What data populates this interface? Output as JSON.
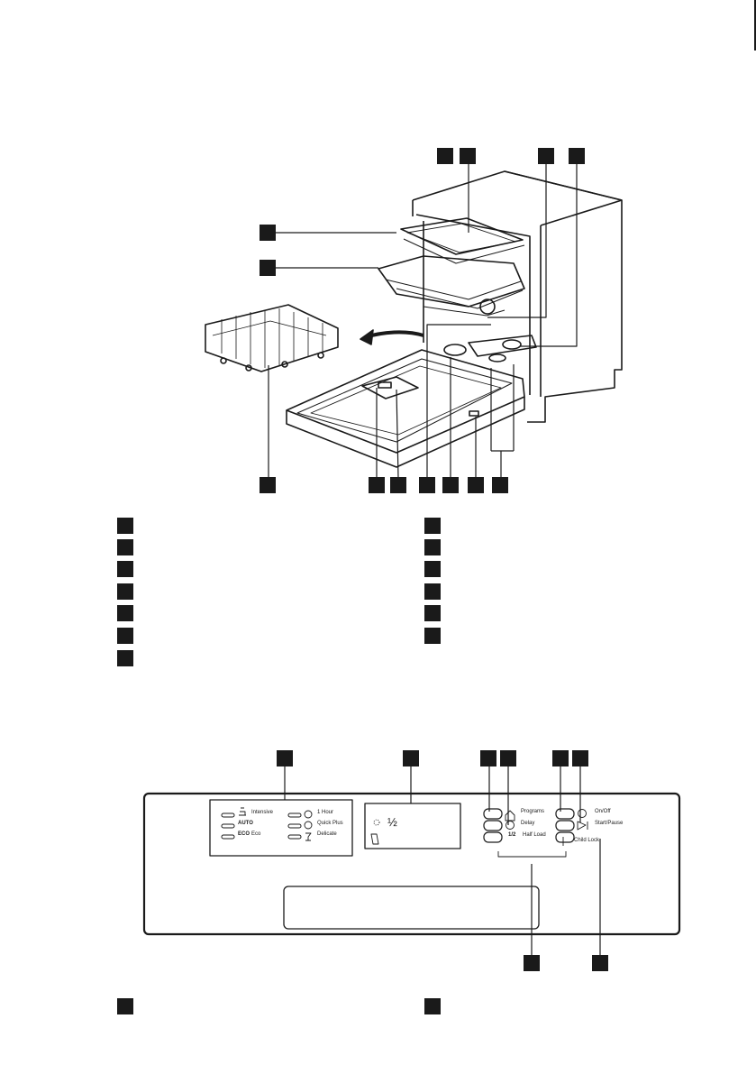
{
  "colors": {
    "ink": "#1a1a1a",
    "paper": "#ffffff"
  },
  "figure1": {
    "name": "dishwasher-overview-illustration",
    "icons": [
      "lower-basket-icon",
      "arrow-icon",
      "open-dishwasher-icon"
    ]
  },
  "figure2": {
    "name": "control-panel-illustration",
    "program_labels": {
      "intensive": "Intensive",
      "auto": "AUTO",
      "eco_prefix": "ECO",
      "eco": "Eco",
      "one_hour": "1 Hour",
      "quick_plus": "Quick Plus",
      "delicate": "Delicate"
    },
    "display": {
      "half_symbol": "½"
    },
    "button_labels": {
      "programs": "Programs",
      "on_off": "On/Off",
      "delay": "Delay",
      "start_pause": "Start/Pause",
      "half_load_symbol": "1/2",
      "half_load": "Half Load",
      "child_lock": "Child Lock"
    }
  }
}
